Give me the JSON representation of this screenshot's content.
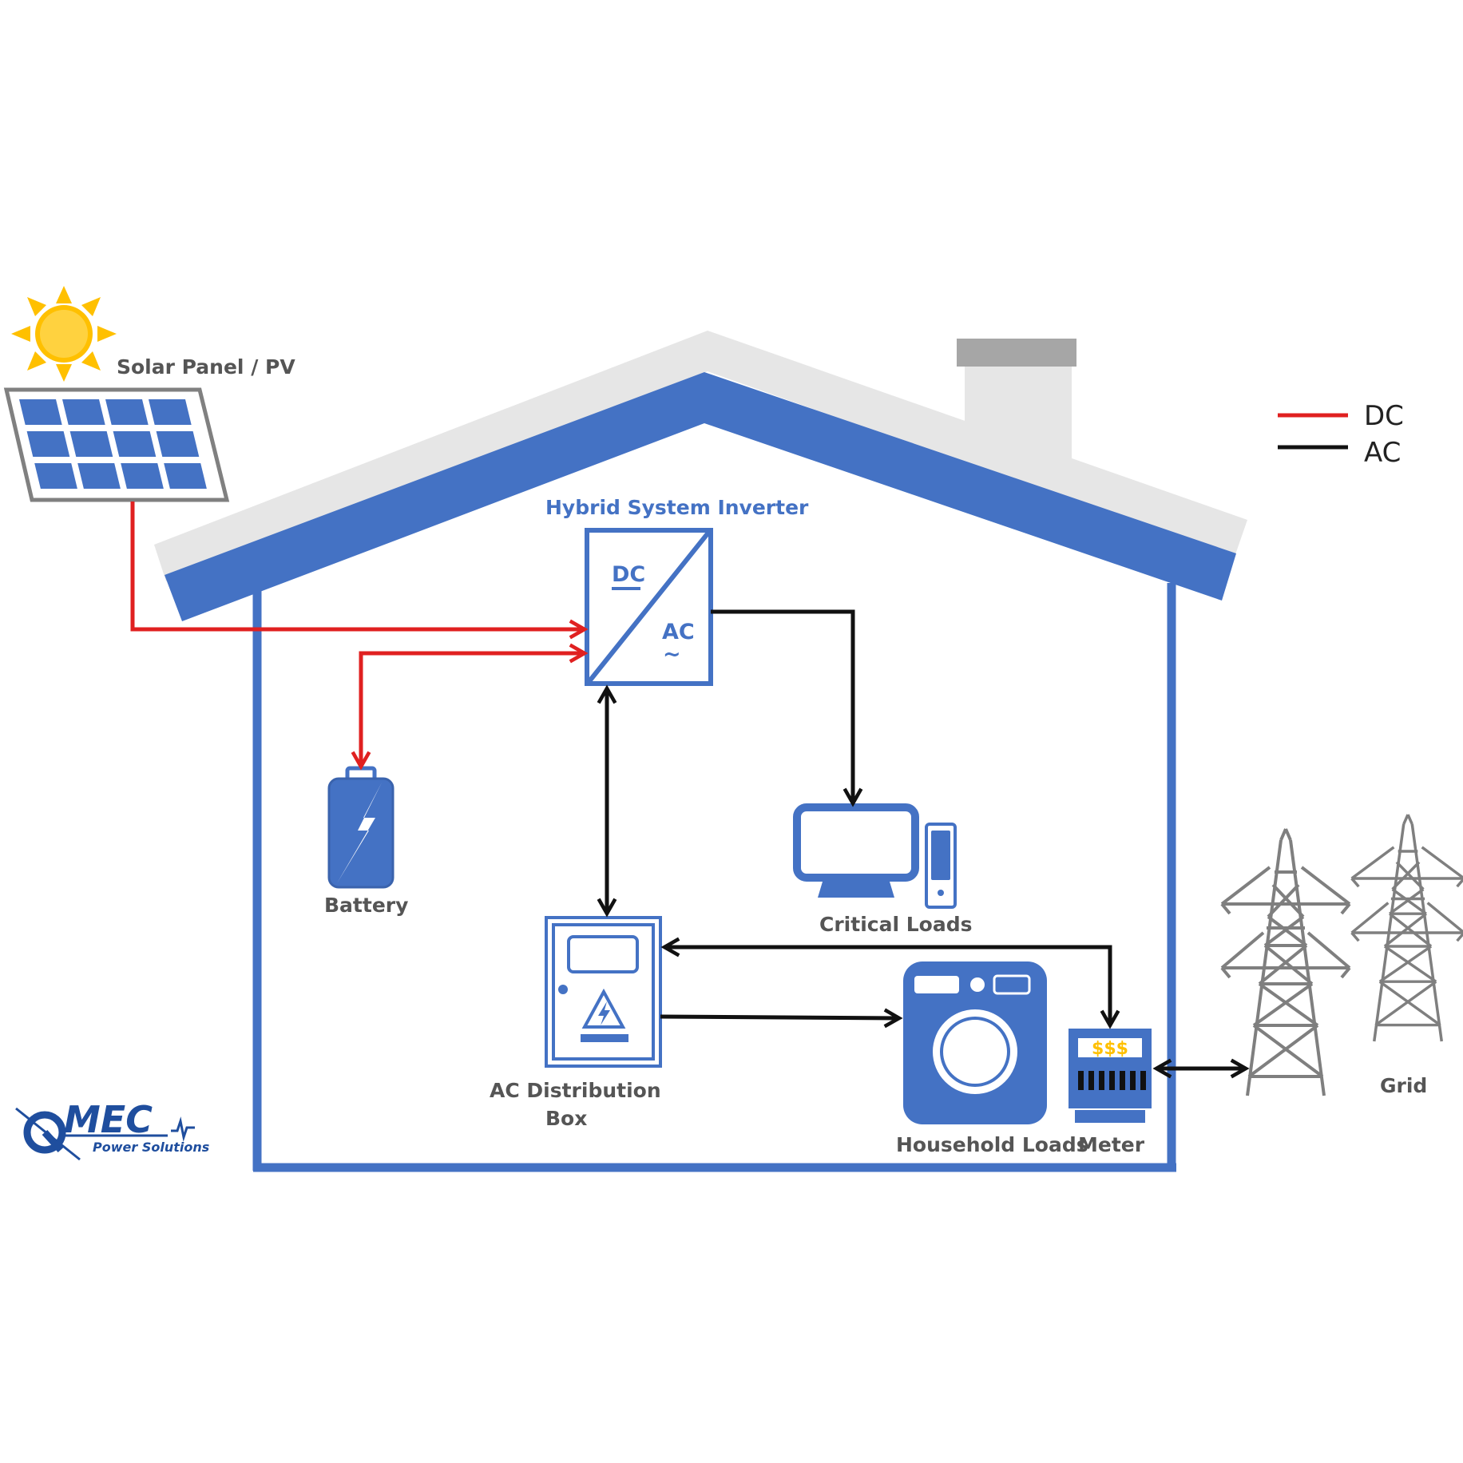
{
  "labels": {
    "solar": "Solar Panel / PV",
    "inverter": "Hybrid System Inverter",
    "battery": "Battery",
    "critical_loads": "Critical Loads",
    "ac_box_line1": "AC Distribution",
    "ac_box_line2": "Box",
    "household": "Household Loads",
    "meter": "Meter",
    "grid": "Grid"
  },
  "inverter_symbol": {
    "dc": "DC",
    "ac": "AC",
    "ac_wave": "~"
  },
  "meter_display": "$$$",
  "legend": [
    {
      "label": "DC",
      "color": "#E02020"
    },
    {
      "label": "AC",
      "color": "#111111"
    }
  ],
  "logo": {
    "name": "MEC",
    "tagline": "Power Solutions"
  },
  "colors": {
    "house_blue": "#4472C4",
    "roof_gray": "#E6E6E6",
    "chimney_cap": "#A6A6A6",
    "dc_line": "#E02020",
    "ac_line": "#111111",
    "sun": "#FFC000",
    "tower": "#7F7F7F",
    "meter_yellow": "#FFC000"
  }
}
